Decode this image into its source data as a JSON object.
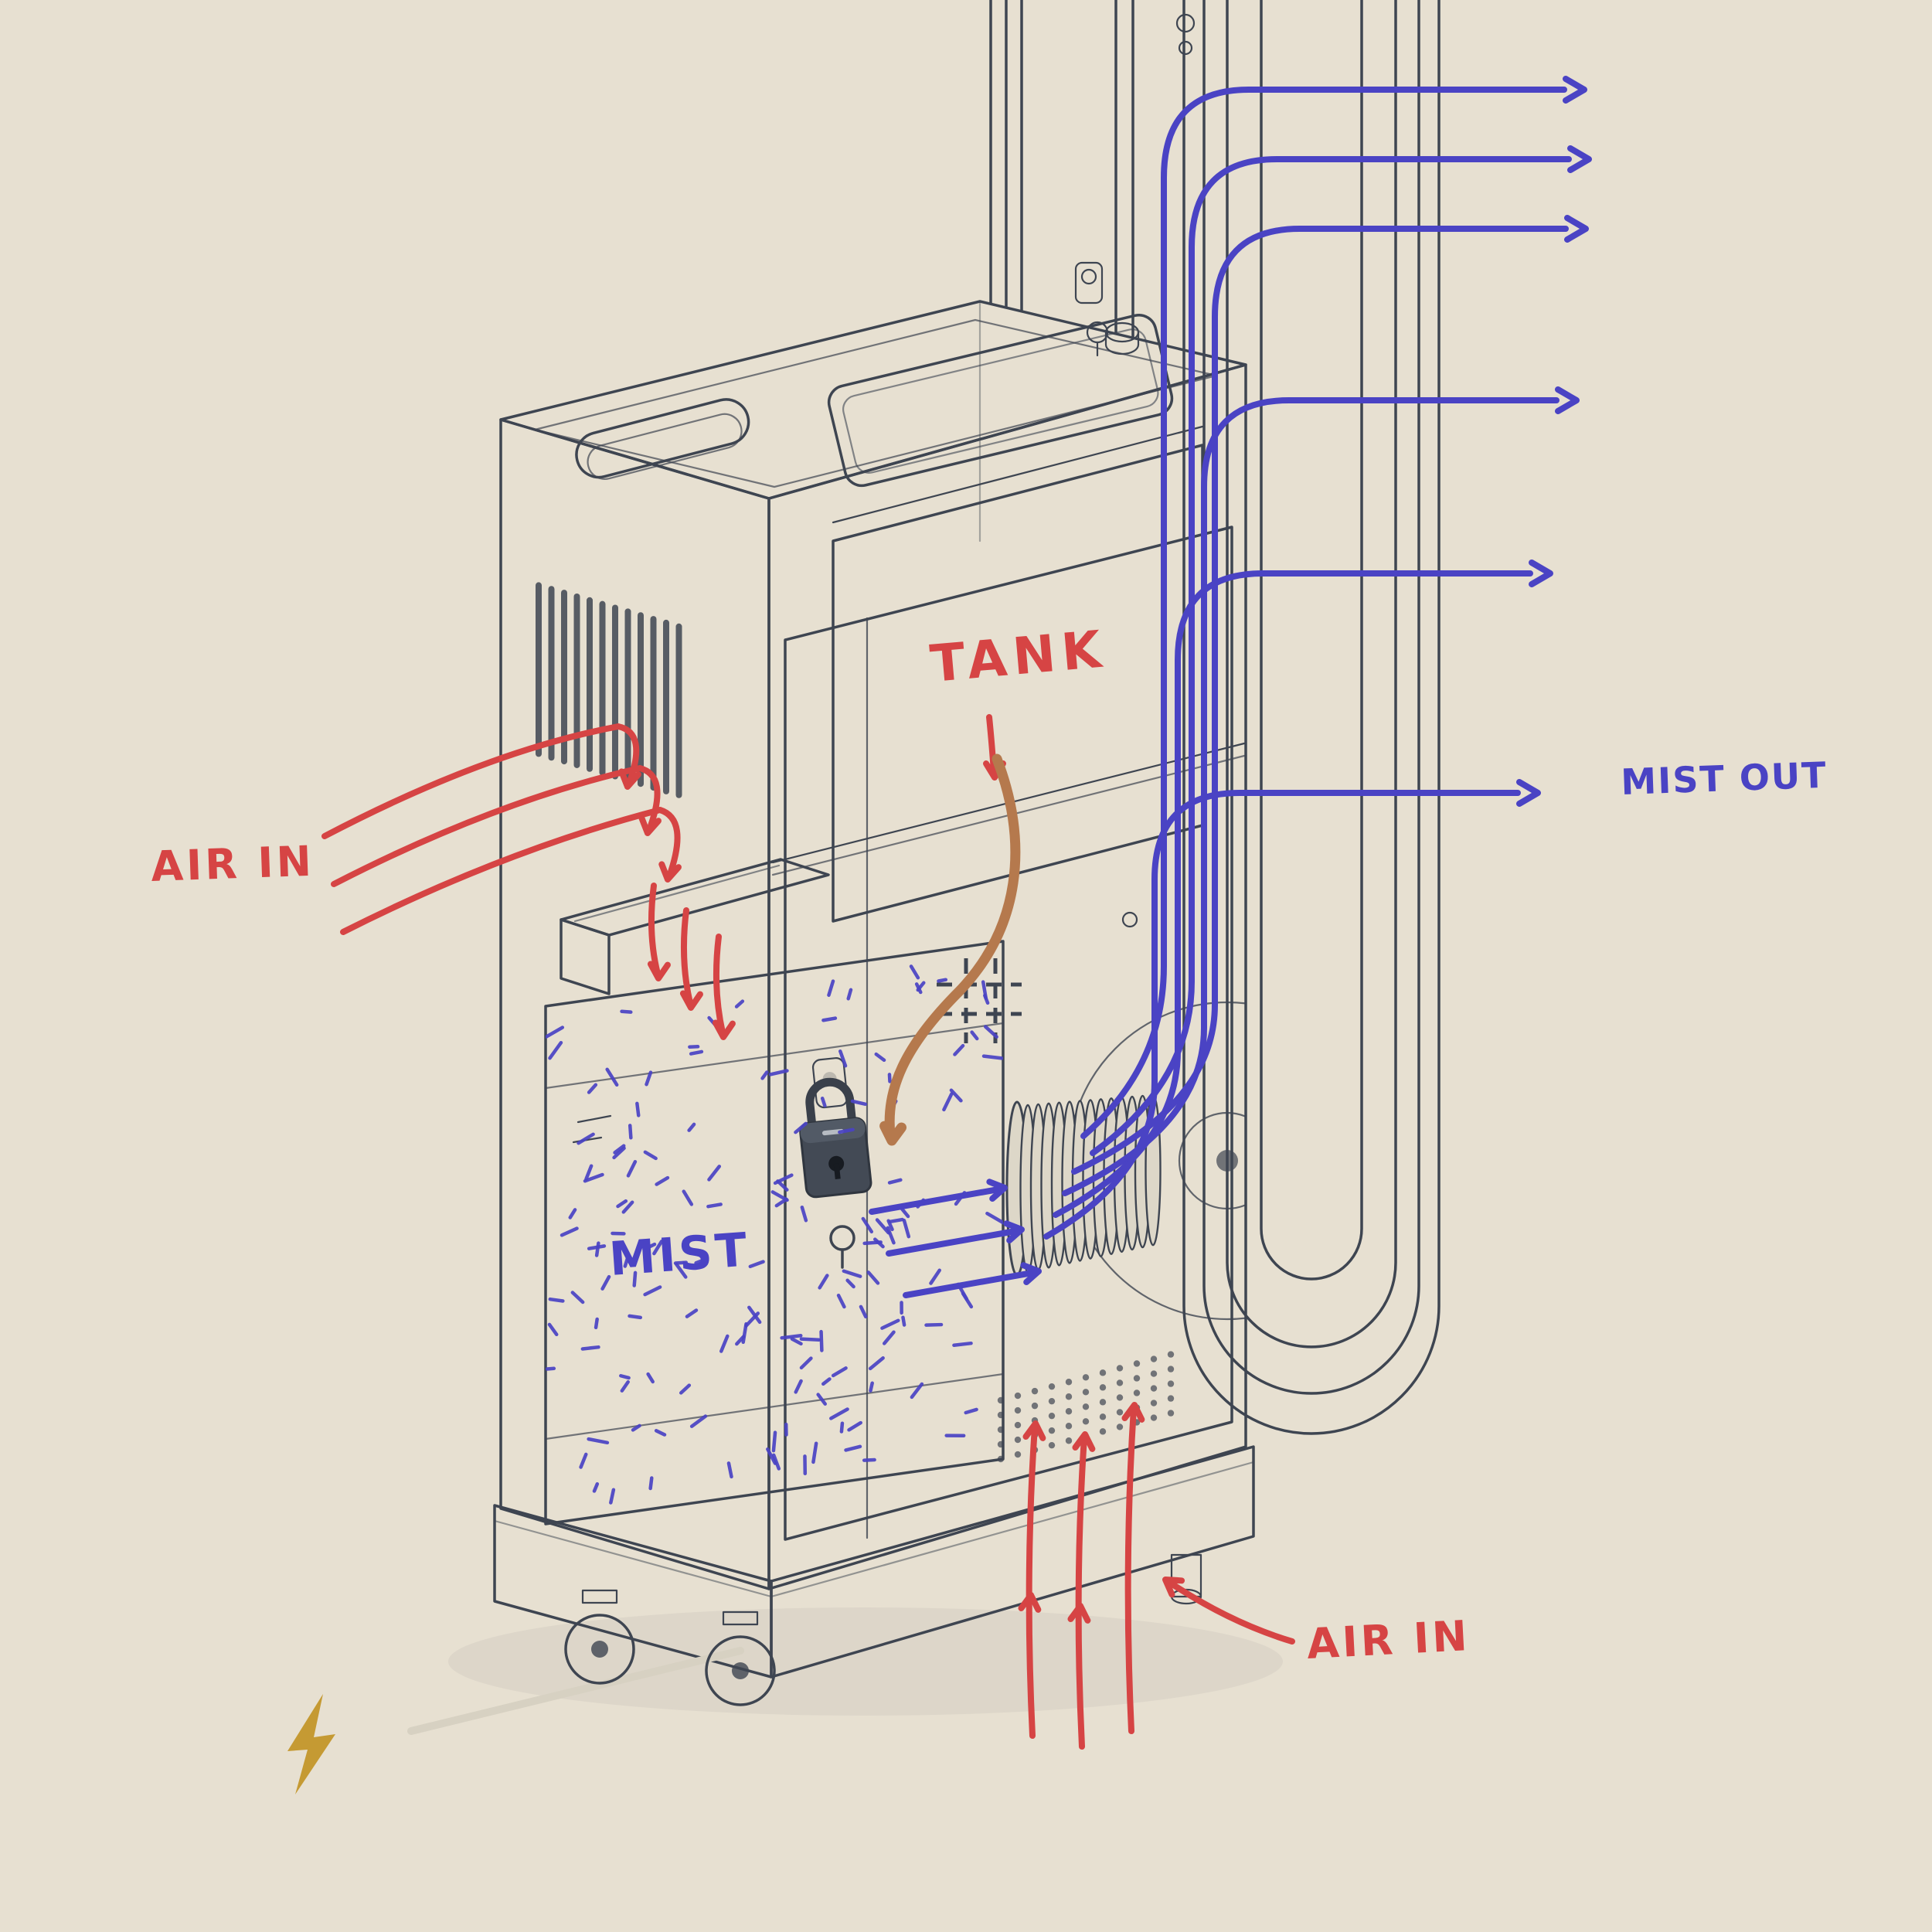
{
  "palette": {
    "background": "#e7e0d1",
    "ink": "#3e4551",
    "red": "#d64444",
    "blue": "#4a43c4",
    "brown": "#b5794d",
    "gold": "#c59a33",
    "panel": "#ddd7c8"
  },
  "labels": {
    "air_in_left": "AIR IN",
    "tank": "TANK",
    "mist": "MIST",
    "mist_out": "MIST OUT",
    "air_in_bottom": "AIR IN"
  },
  "icons": {
    "power": "lightning-bolt",
    "security": "padlock"
  },
  "annotations": {
    "air_intake_color": "#d64444",
    "mist_flow_color": "#4a43c4",
    "tank_feed_color": "#b5794d"
  }
}
